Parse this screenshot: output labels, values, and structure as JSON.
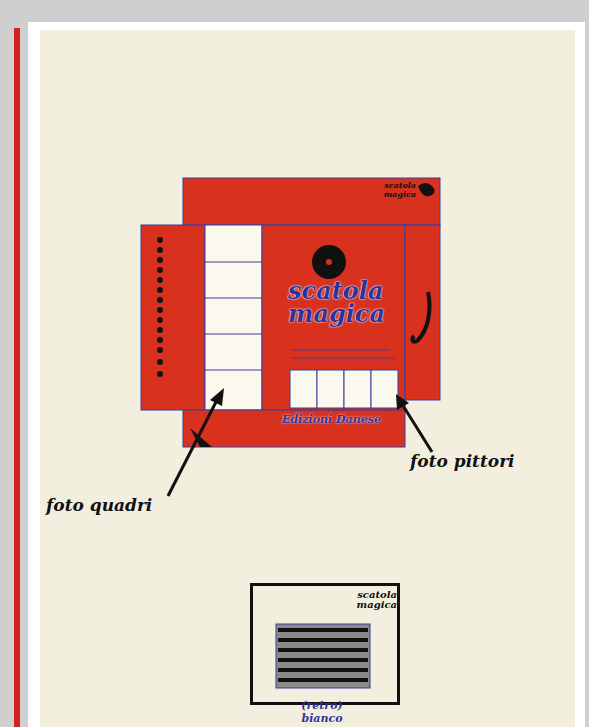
{
  "diagram": {
    "nodes": [
      {
        "text": [
          "scatola magica",
          "Edizioni Danese"
        ]
      },
      {
        "text": [
          "scatola magica"
        ]
      }
    ],
    "labels": [
      "scatola magica",
      "foto quadri",
      "foto pittori",
      "(retro) bianco"
    ]
  }
}
